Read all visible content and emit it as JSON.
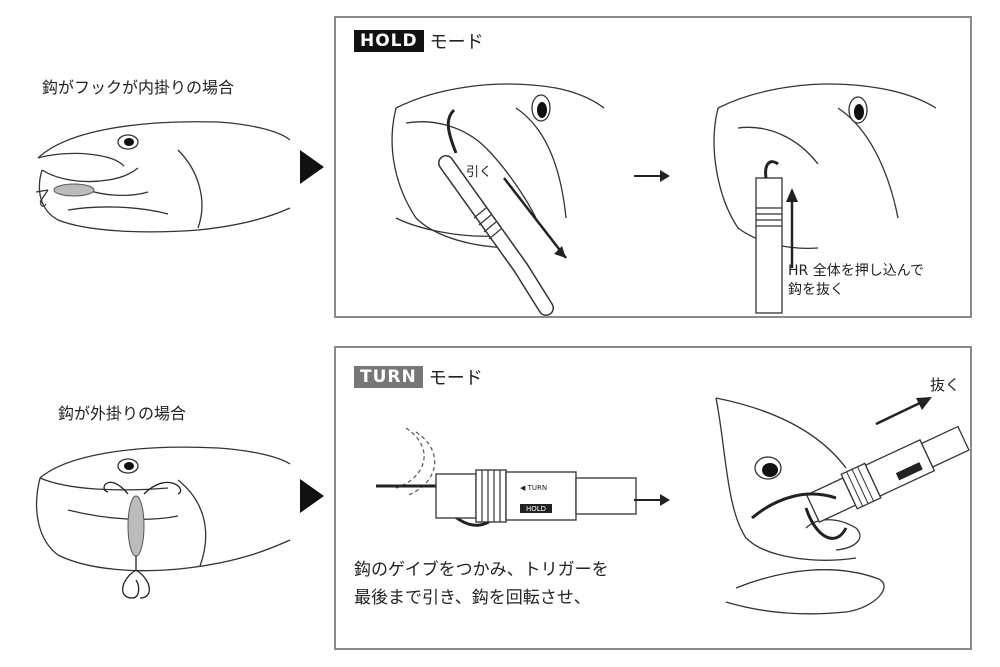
{
  "cases": [
    {
      "label": "鈎がフックが内掛りの場合",
      "mode_badge": "HOLD",
      "mode_suffix": "モード",
      "badge_color": "#111111",
      "step1_label": "引く",
      "step2_caption_line1": "HR 全体を押し込んで",
      "step2_caption_line2": "鈎を抜く"
    },
    {
      "label": "鈎が外掛りの場合",
      "mode_badge": "TURN",
      "mode_suffix": "モード",
      "badge_color": "#777777",
      "step1_caption_line1": "鈎のゲイブをつかみ、トリガーを",
      "step1_caption_line2": "最後まで引き、鈎を回転させ、",
      "step2_label": "抜く"
    }
  ],
  "tool_labels": {
    "turn": "◀ TURN",
    "hold": "HOLD"
  },
  "icons": {
    "arrow_triangle": "black-triangle-right-icon",
    "step_arrow": "arrow-right-icon"
  }
}
